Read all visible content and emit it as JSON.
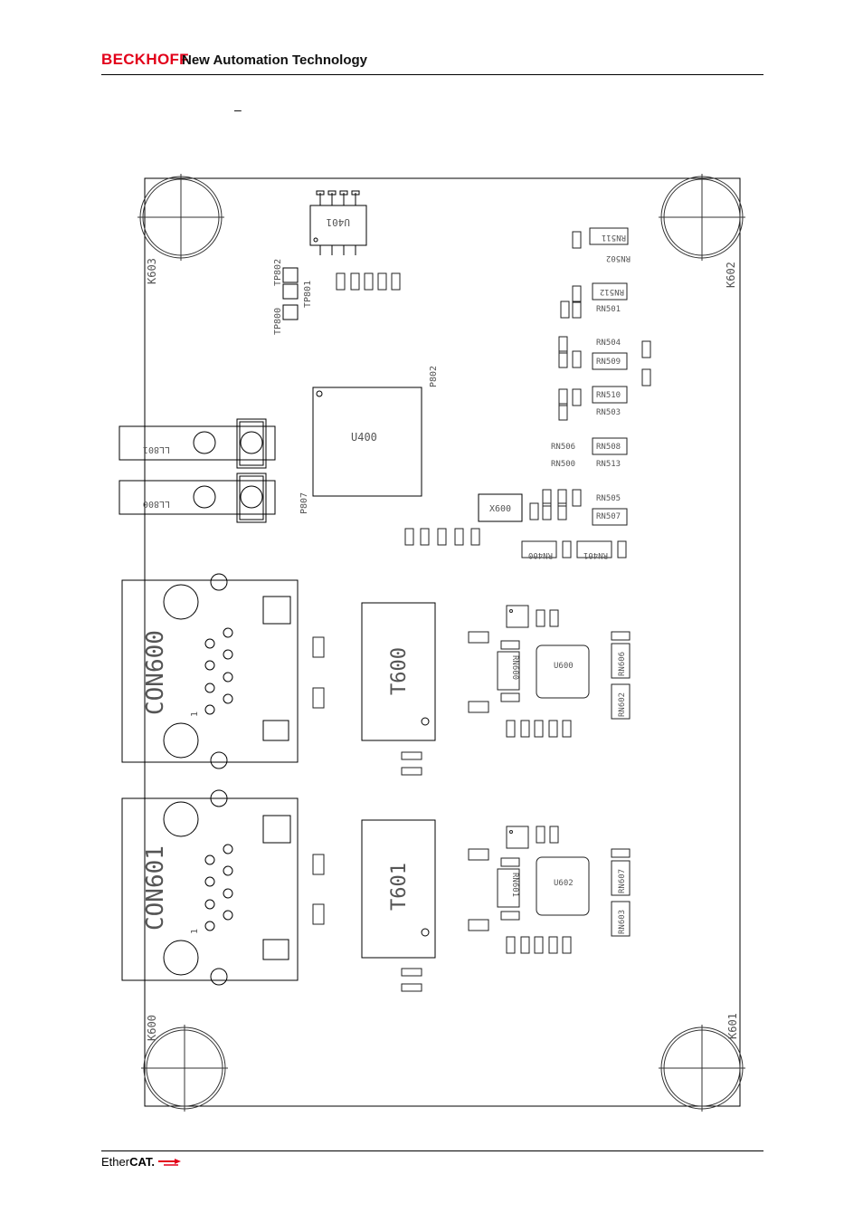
{
  "header": {
    "brand": "BECKHOFF",
    "tagline": "New Automation Technology"
  },
  "dash": "–",
  "footer": {
    "logo_left": "Ether",
    "logo_right": "CAT."
  },
  "board": {
    "mount_labels": [
      "K602",
      "K603",
      "K600",
      "K601"
    ],
    "chips": {
      "u401": "U401",
      "u400": "U400",
      "x600": "X600",
      "u600": "U600",
      "u602": "U602"
    },
    "test_points": [
      "TP800",
      "TP801",
      "TP802"
    ],
    "pads": [
      "P802",
      "P807"
    ],
    "leds": [
      "LL801",
      "LL800"
    ],
    "connectors": {
      "con600": "CON600",
      "con601": "CON601",
      "pin1": "1"
    },
    "transformers": {
      "t600": "T600",
      "t601": "T601"
    },
    "resistor_networks": [
      "RN502",
      "RN511",
      "RN512",
      "RN501",
      "RN504",
      "RN509",
      "RN510",
      "RN503",
      "RN506",
      "RN508",
      "RN500",
      "RN513",
      "RN505",
      "RN507",
      "RN400",
      "RN401",
      "RN600",
      "RN606",
      "RN602",
      "RN601",
      "RN607",
      "RN603"
    ]
  }
}
